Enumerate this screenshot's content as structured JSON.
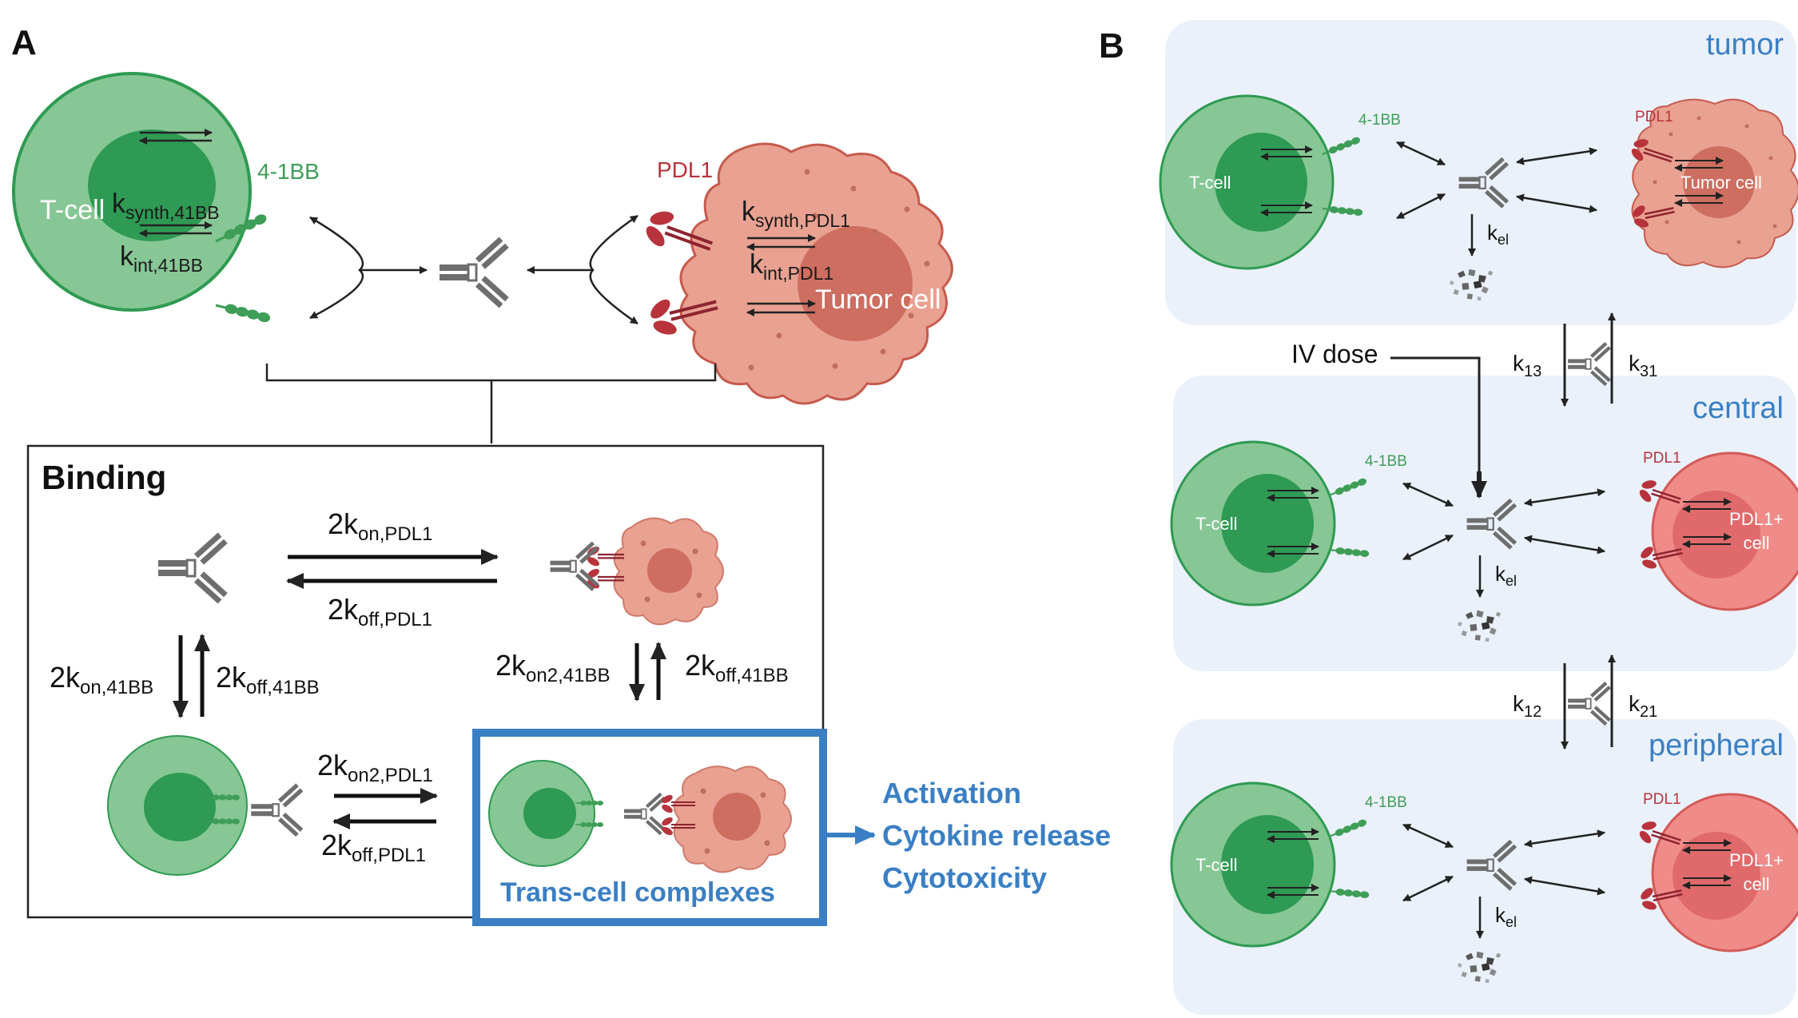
{
  "panelA": {
    "letter": "A",
    "tcell_label": "T-cell",
    "tumor_label": "Tumor cell",
    "receptor_41bb": "4-1BB",
    "receptor_pdl1": "PDL1",
    "k_synth_41bb": {
      "base": "k",
      "sub": "synth,41BB"
    },
    "k_int_41bb": {
      "base": "k",
      "sub": "int,41BB"
    },
    "k_synth_pdl1": {
      "base": "k",
      "sub": "synth,PDL1"
    },
    "k_int_pdl1": {
      "base": "k",
      "sub": "int,PDL1"
    },
    "binding_title": "Binding",
    "k_on_pdl1": {
      "base": "2k",
      "sub": "on,PDL1"
    },
    "k_off_pdl1": {
      "base": "2k",
      "sub": "off,PDL1"
    },
    "k_on_41bb": {
      "base": "2k",
      "sub": "on,41BB"
    },
    "k_off_41bb_left": {
      "base": "2k",
      "sub": "off,41BB"
    },
    "k_on2_41bb": {
      "base": "2k",
      "sub": "on2,41BB"
    },
    "k_off_41bb_right": {
      "base": "2k",
      "sub": "off,41BB"
    },
    "k_on2_pdl1": {
      "base": "2k",
      "sub": "on2,PDL1"
    },
    "k_off_pdl1_bottom": {
      "base": "2k",
      "sub": "off,PDL1"
    },
    "trans_cell_label": "Trans-cell complexes",
    "outcomes": [
      "Activation",
      "Cytokine release",
      "Cytotoxicity"
    ]
  },
  "panelB": {
    "letter": "B",
    "compartments": [
      {
        "name": "tumor",
        "tcell": "T-cell",
        "r1": "4-1BB",
        "r2": "PDL1",
        "cell2": [
          "Tumor cell"
        ],
        "kel": {
          "base": "k",
          "sub": "el"
        }
      },
      {
        "name": "central",
        "tcell": "T-cell",
        "r1": "4-1BB",
        "r2": "PDL1",
        "cell2": [
          "PDL1+",
          "cell"
        ],
        "kel": {
          "base": "k",
          "sub": "el"
        }
      },
      {
        "name": "peripheral",
        "tcell": "T-cell",
        "r1": "4-1BB",
        "r2": "PDL1",
        "cell2": [
          "PDL1+",
          "cell"
        ],
        "kel": {
          "base": "k",
          "sub": "el"
        }
      }
    ],
    "iv_dose": "IV dose",
    "k13": {
      "base": "k",
      "sub": "13"
    },
    "k31": {
      "base": "k",
      "sub": "31"
    },
    "k12": {
      "base": "k",
      "sub": "12"
    },
    "k21": {
      "base": "k",
      "sub": "21"
    }
  },
  "colors": {
    "tcell_outer": "#86c795",
    "tcell_inner": "#2e9a54",
    "tcell_stroke": "#2f9a52",
    "receptor_green": "#3e9e57",
    "tumor_fill": "#e9a191",
    "tumor_nucleus": "#cd6e60",
    "pdl1_red": "#b8333c",
    "pdl1_cell": "#ef8b88",
    "accent_blue": "#3a7fc4",
    "panel_bg": "#eaf1fa"
  }
}
